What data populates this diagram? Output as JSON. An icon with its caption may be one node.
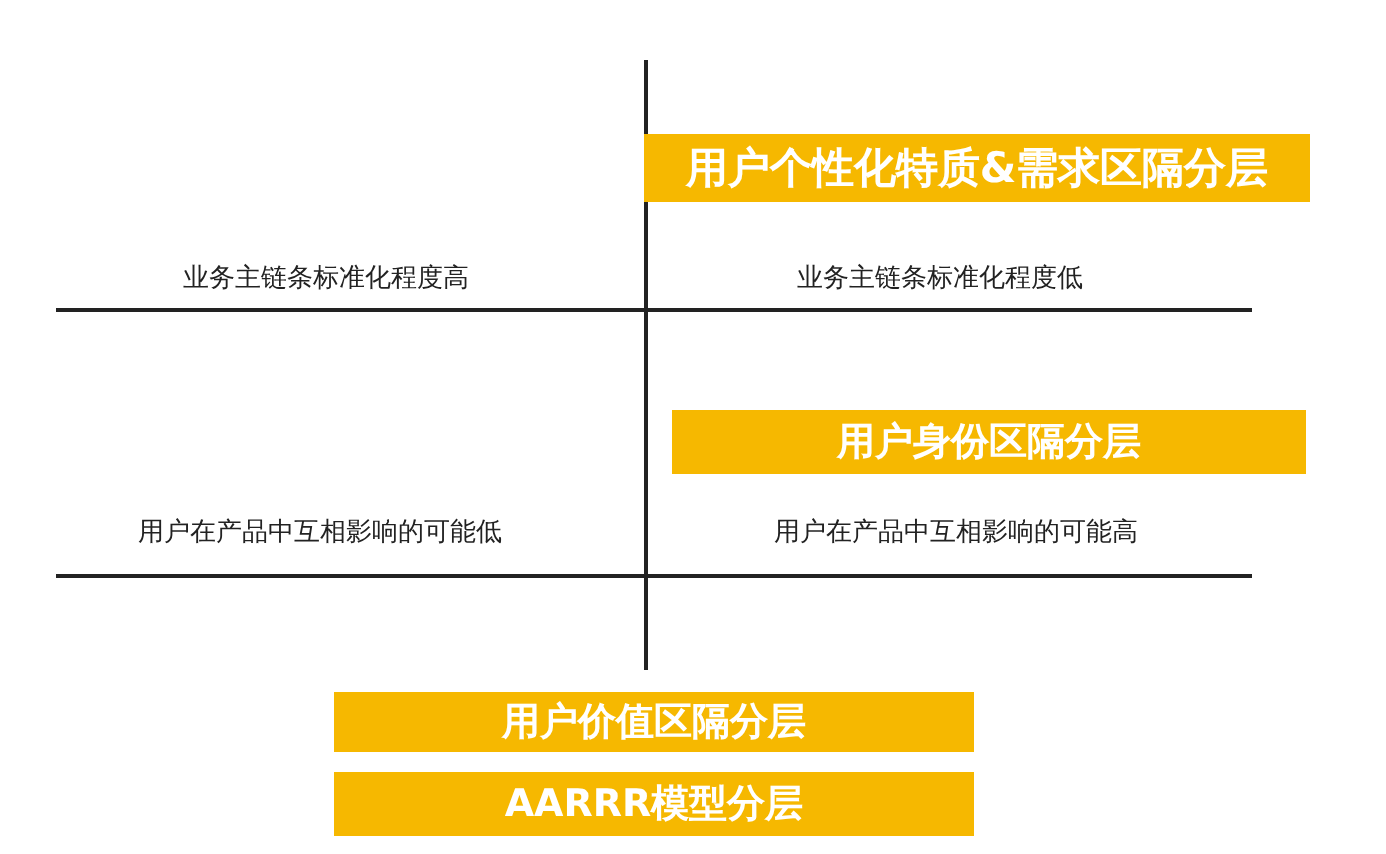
{
  "diagram": {
    "nodes": [
      {
        "text": [
          "用户个性化特质&需求区隔分层"
        ]
      },
      {
        "text": [
          "用户身份区隔分层"
        ]
      },
      {
        "text": [
          "用户价值区隔分层"
        ]
      },
      {
        "text": [
          "AARRR模型分层"
        ]
      }
    ],
    "labels": [
      "业务主链条标准化程度高",
      "业务主链条标准化程度低",
      "用户在产品中互相影响的可能低",
      "用户在产品中互相影响的可能高"
    ]
  }
}
